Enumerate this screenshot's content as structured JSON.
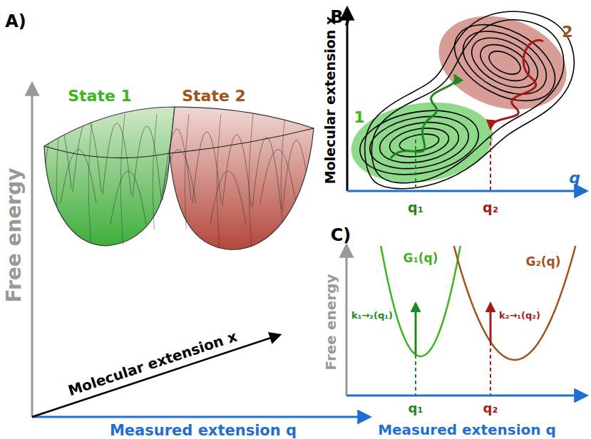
{
  "diagram": {
    "labels": [
      "A)",
      "Free energy",
      "State 1",
      "State 2",
      "Molecular extension x",
      "Measured extension q",
      "B)",
      "Molecular extension x",
      "1",
      "2",
      "q",
      "q₁",
      "q₂",
      "C)",
      "Free energy",
      "G₁(q)",
      "G₂(q)",
      "k₁→₂(q₁)",
      "k₂→₁(q₂)",
      "q₁",
      "q₂",
      "Measured extension q"
    ]
  }
}
